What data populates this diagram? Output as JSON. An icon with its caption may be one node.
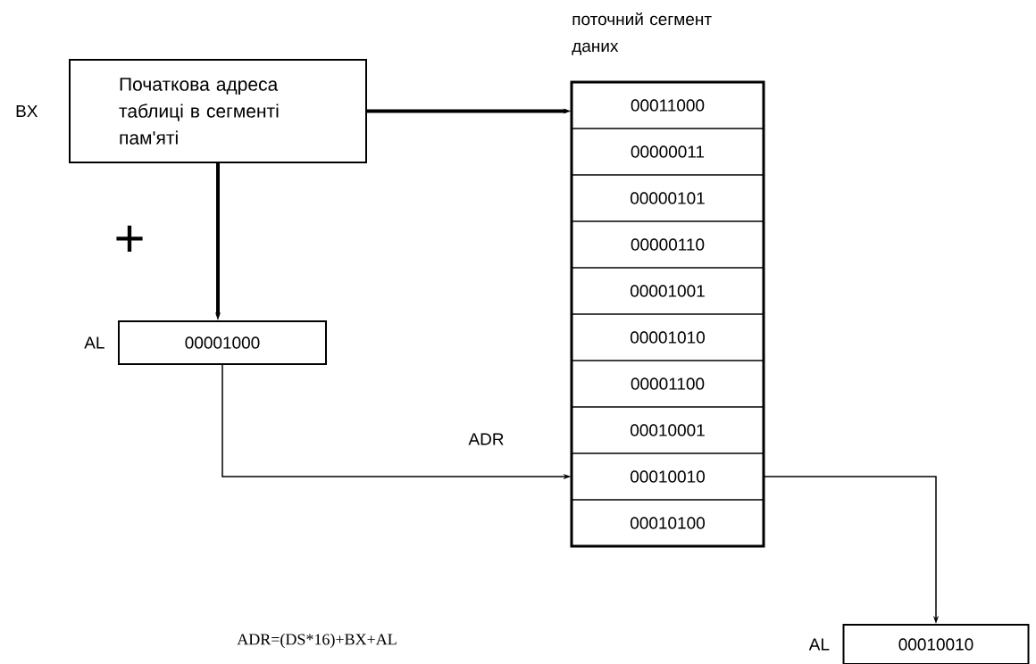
{
  "diagram": {
    "nodes": [
      {
        "text": [
          "Початкова адреса таблиці в сегменті пам'яті"
        ],
        "beside": [
          "BX"
        ]
      },
      {
        "text": [
          "00001000"
        ],
        "beside": [
          "AL"
        ]
      },
      {
        "text": [
          "поточний сегмент даних"
        ]
      },
      {
        "text": [
          "00011000"
        ],
        "in": 2
      },
      {
        "text": [
          "00000011"
        ],
        "in": 2
      },
      {
        "text": [
          "00000101"
        ],
        "in": 2
      },
      {
        "text": [
          "00000110"
        ],
        "in": 2
      },
      {
        "text": [
          "00001001"
        ],
        "in": 2
      },
      {
        "text": [
          "00001010"
        ],
        "in": 2
      },
      {
        "text": [
          "00001100"
        ],
        "in": 2
      },
      {
        "text": [
          "00010001"
        ],
        "in": 2
      },
      {
        "text": [
          "00010010"
        ],
        "in": 2
      },
      {
        "text": [
          "00010100"
        ],
        "in": 2
      },
      {
        "text": [
          "00010010"
        ],
        "beside": [
          "AL"
        ]
      }
    ],
    "edges": [
      {
        "from": 0,
        "to": 3,
        "arrow": "to",
        "style": "thick"
      },
      {
        "from": 0,
        "to": 1,
        "arrow": "to",
        "style": "thick"
      },
      {
        "from": 1,
        "to": 11,
        "arrow": "to",
        "label": "ADR"
      },
      {
        "from": 11,
        "to": 13,
        "arrow": "to"
      }
    ],
    "labels": [
      "+",
      "ADR=(DS*16)+BX+AL"
    ]
  }
}
